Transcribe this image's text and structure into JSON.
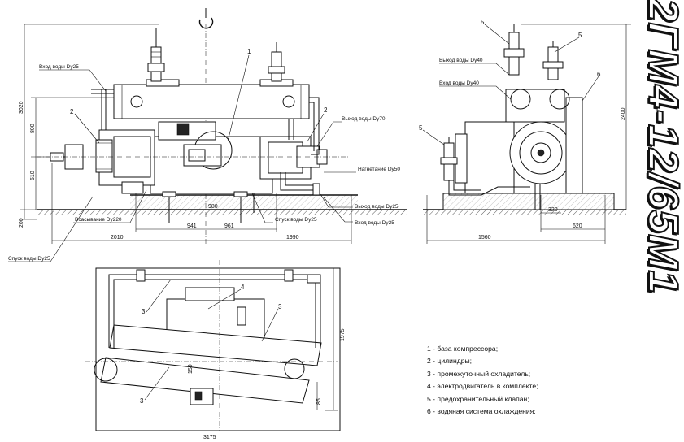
{
  "title": "2ГМ4-12/65М1",
  "legend": [
    "1 - база компрессора;",
    "2 - цилиндры;",
    "3 - промежуточный охладитель;",
    "4 - электродвигатель в комплекте;",
    "5 - предохранительный клапан;",
    "6 - водяная система охлаждения;"
  ],
  "front_view": {
    "callouts": {
      "water_in_dy25_top": "Вход воды Dy25",
      "water_out_dy70": "Выход воды Dy70",
      "discharge_dy50": "Нагнетание Dy50",
      "water_out_dy25": "Выход воды Dy25",
      "water_in_dy25_bottom": "Вход воды Dy25",
      "suction_dy220": "Всасывание Dy220",
      "water_drain_dy25_center": "Спуск воды Dy25",
      "water_drain_dy25_left": "Спуск воды Dy25"
    },
    "dims": {
      "h3020": "3020",
      "h800": "800",
      "h510": "510",
      "h200": "200",
      "w980": "980",
      "w941": "941",
      "w961": "961",
      "w2010": "2010",
      "w1990": "1990"
    },
    "labels": {
      "l1": "1",
      "l2a": "2",
      "l2b": "2"
    }
  },
  "side_view": {
    "callouts": {
      "water_out_dy40": "Выход воды Dy40",
      "water_in_dy40": "Вход воды Dy40"
    },
    "dims": {
      "h2400": "2400",
      "w320": "320",
      "w620": "620",
      "w1560": "1560"
    },
    "labels": {
      "l5a": "5",
      "l5b": "5",
      "l5c": "5",
      "l6": "6"
    }
  },
  "top_view": {
    "dims": {
      "w3175": "3175",
      "h1975": "1975",
      "d85": "85",
      "d150": "150"
    },
    "labels": {
      "l3a": "3",
      "l3b": "3",
      "l3c": "3",
      "l4": "4"
    }
  }
}
